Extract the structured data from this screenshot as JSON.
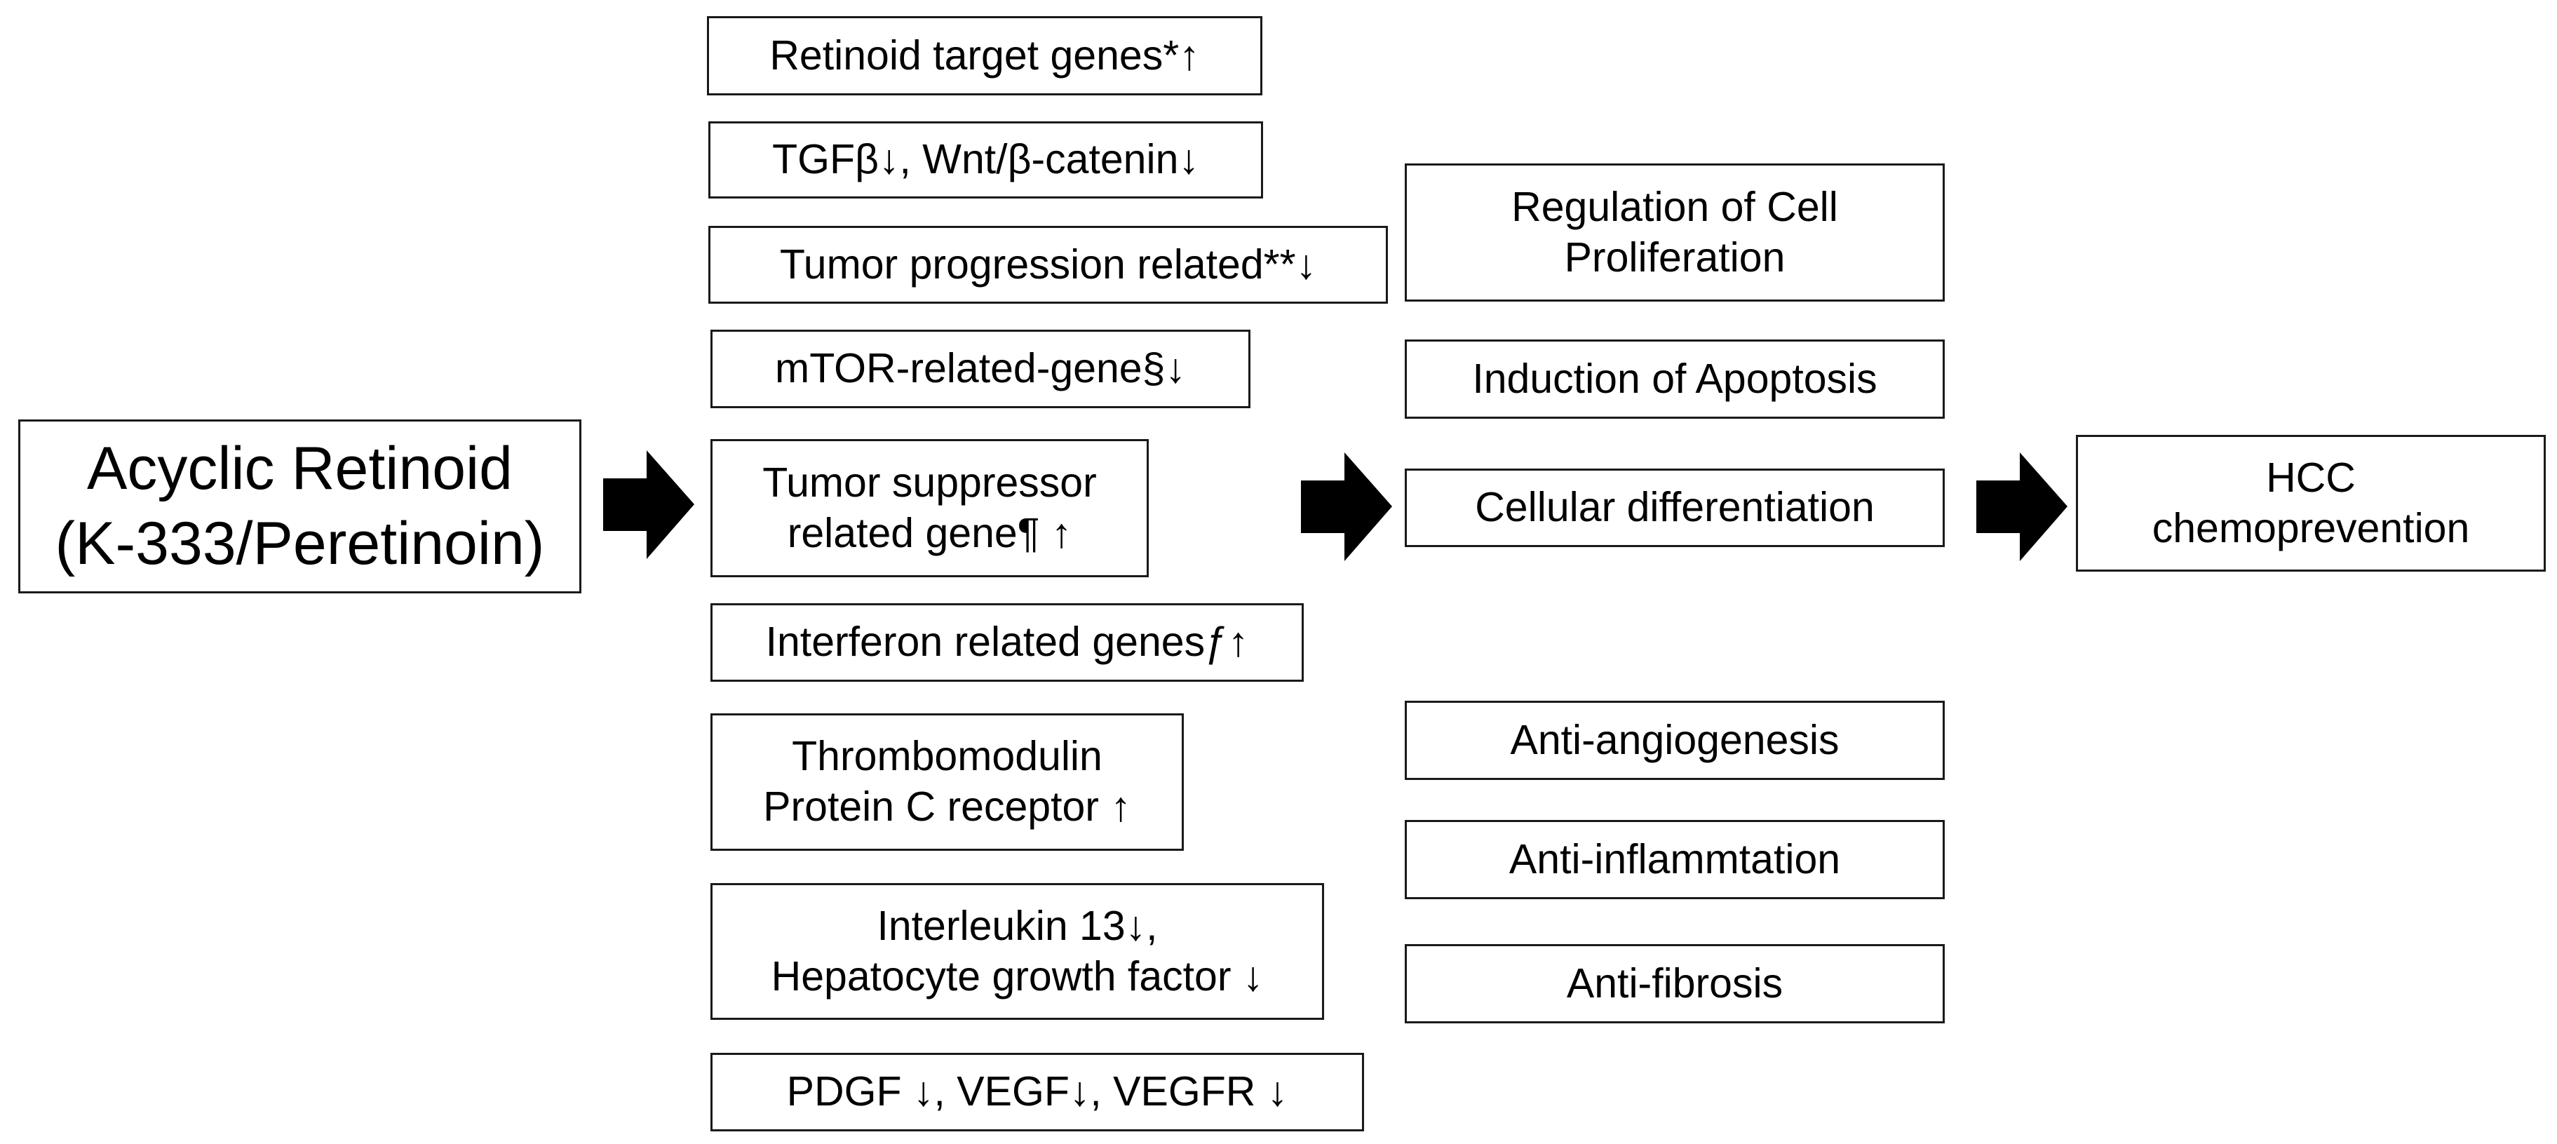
{
  "source": {
    "label": "Acyclic Retinoid\n(K-333/Peretinoin)"
  },
  "genes": [
    "Retinoid target genes*↑",
    "TGFβ↓, Wnt/β-catenin↓",
    "Tumor progression related**↓",
    "mTOR-related-gene§↓",
    "Tumor suppressor\nrelated gene¶ ↑",
    "Interferon related genesƒ↑",
    "Thrombomodulin\nProtein C receptor ↑",
    "Interleukin 13↓,\nHepatocyte growth factor ↓",
    "PDGF ↓, VEGF↓, VEGFR ↓"
  ],
  "effects": [
    "Regulation of Cell\nProliferation",
    "Induction of Apoptosis",
    "Cellular differentiation",
    "Anti-angiogenesis",
    "Anti-inflammtation",
    "Anti-fibrosis"
  ],
  "outcome": {
    "label": "HCC\nchemoprevention"
  },
  "colors": {
    "border": "#1a1a1a",
    "arrow": "#000000",
    "background": "#ffffff"
  }
}
